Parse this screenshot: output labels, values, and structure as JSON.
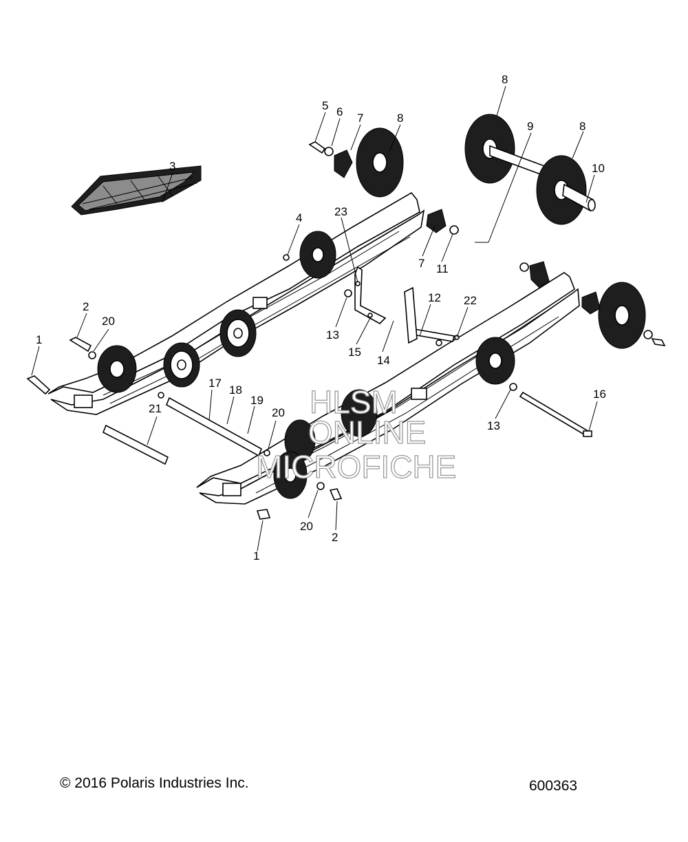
{
  "callouts": {
    "c1a": "1",
    "c1b": "1",
    "c2a": "2",
    "c2b": "2",
    "c3": "3",
    "c4": "4",
    "c5": "5",
    "c6": "6",
    "c7a": "7",
    "c7b": "7",
    "c8a": "8",
    "c8b": "8",
    "c8c": "8",
    "c9": "9",
    "c10": "10",
    "c11": "11",
    "c12": "12",
    "c13a": "13",
    "c13b": "13",
    "c14": "14",
    "c15": "15",
    "c16": "16",
    "c17": "17",
    "c18": "18",
    "c19": "19",
    "c20a": "20",
    "c20b": "20",
    "c20c": "20",
    "c21": "21",
    "c22": "22",
    "c23": "23"
  },
  "watermark": {
    "line1": "HLSM",
    "line2": "ONLINE",
    "line3": "MICROFICHE"
  },
  "footer": {
    "copyright": "© 2016 Polaris Industries Inc.",
    "diagram_number": "600363"
  }
}
